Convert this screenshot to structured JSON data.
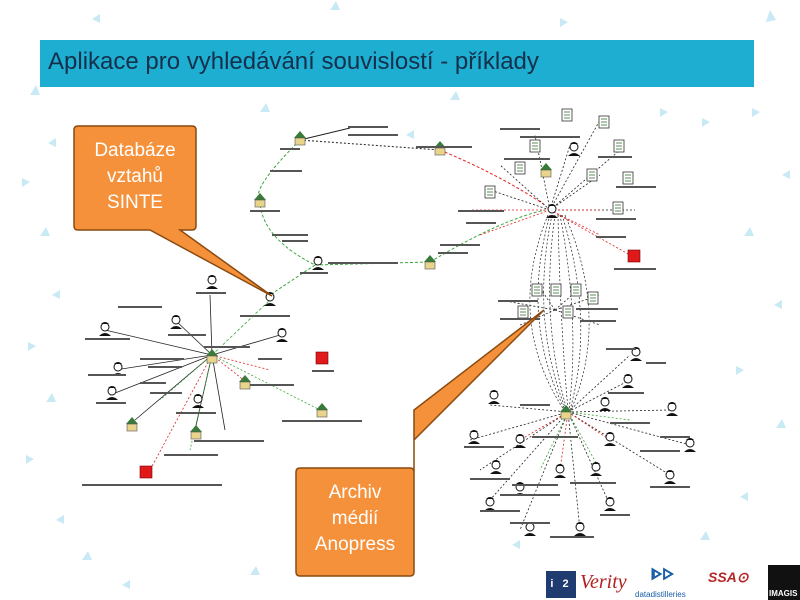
{
  "slide": {
    "title": "Aplikace pro vyhledávání souvislostí - příklady"
  },
  "callouts": {
    "database": "Databáze\nvztahů\nSINTE",
    "archive": "Archiv\nmédií\nAnopress"
  },
  "colors": {
    "title_bar": "#1eaed2",
    "callout_fill": "#f5913a",
    "callout_border": "#8a4a10",
    "edge_green": "#3aa83a",
    "edge_red": "#e02020",
    "edge_black": "#222222",
    "decor_triangle": "#bfe6f3"
  },
  "logos": {
    "i2": "i 2",
    "verity": "Verity",
    "datadistilleries": "datadistilleries",
    "imagis": "IMAGIS"
  }
}
